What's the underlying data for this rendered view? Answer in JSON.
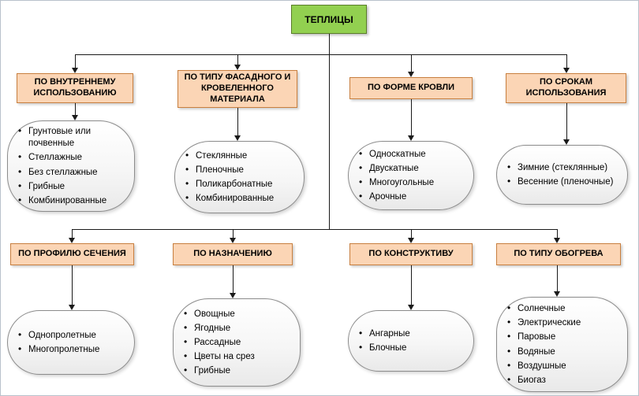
{
  "root": {
    "label": "ТЕПЛИЦЫ"
  },
  "colors": {
    "root_fill": "#92d050",
    "root_border": "#5a7d2a",
    "category_fill": "#fbd5b5",
    "category_border": "#c87f3f",
    "line": "#1a1a1a"
  },
  "categories": [
    {
      "title": "ПО ВНУТРЕННЕМУ ИСПОЛЬЗОВАНИЮ",
      "items": [
        "Грунтовые или почвенные",
        "Стеллажные",
        "Без стеллажные",
        "Грибные",
        "Комбинированные"
      ]
    },
    {
      "title": "ПО ТИПУ ФАСАДНОГО И КРОВЕЛЕННОГО МАТЕРИАЛА",
      "items": [
        "Стеклянные",
        "Пленочные",
        "Поликарбонатные",
        "Комбинированные"
      ]
    },
    {
      "title": "ПО ФОРМЕ КРОВЛИ",
      "items": [
        "Односкатные",
        "Двускатные",
        "Многоугольные",
        "Арочные"
      ]
    },
    {
      "title": "ПО СРОКАМ ИСПОЛЬЗОВАНИЯ",
      "items": [
        "Зимние (стеклянные)",
        "Весенние (пленочные)"
      ]
    },
    {
      "title": "ПО ПРОФИЛЮ СЕЧЕНИЯ",
      "items": [
        "Однопролетные",
        "Многопролетные"
      ]
    },
    {
      "title": "ПО НАЗНАЧЕНИЮ",
      "items": [
        "Овощные",
        "Ягодные",
        "Рассадные",
        "Цветы на срез",
        "Грибные"
      ]
    },
    {
      "title": "ПО КОНСТРУКТИВУ",
      "items": [
        "Ангарные",
        "Блочные"
      ]
    },
    {
      "title": "ПО ТИПУ ОБОГРЕВА",
      "items": [
        "Солнечные",
        "Электрические",
        "Паровые",
        "Водяные",
        "Воздушные",
        "Биогаз"
      ]
    }
  ]
}
